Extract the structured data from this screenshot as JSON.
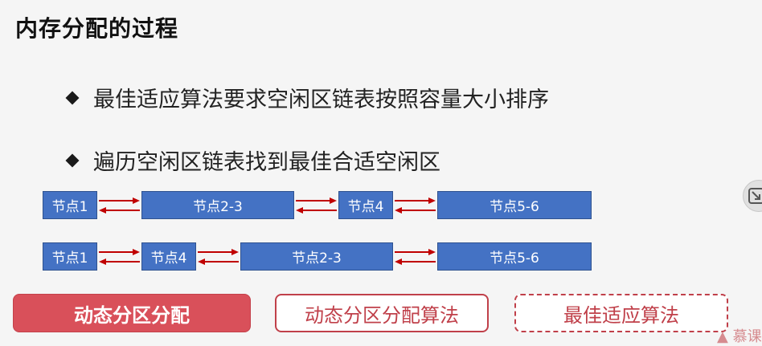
{
  "title": "内存分配的过程",
  "bullets": [
    "最佳适应算法要求空闲区链表按照容量大小排序",
    "遍历空闲区链表找到最佳合适空闲区"
  ],
  "list_before": [
    "节点1",
    "节点2-3",
    "节点4",
    "节点5-6"
  ],
  "list_after": [
    "节点1",
    "节点4",
    "节点2-3",
    "节点5-6"
  ],
  "buttons": {
    "dynamic_partition": "动态分区分配",
    "dynamic_partition_algorithm": "动态分区分配算法",
    "best_fit_algorithm": "最佳适应算法"
  },
  "watermark": "慕课",
  "colors": {
    "node_fill": "#4472c4",
    "arrow": "#c00000",
    "accent_red": "#d9505a"
  },
  "icons": {
    "bullet": "diamond-bullet-icon",
    "side": "expand-arrow-icon"
  }
}
